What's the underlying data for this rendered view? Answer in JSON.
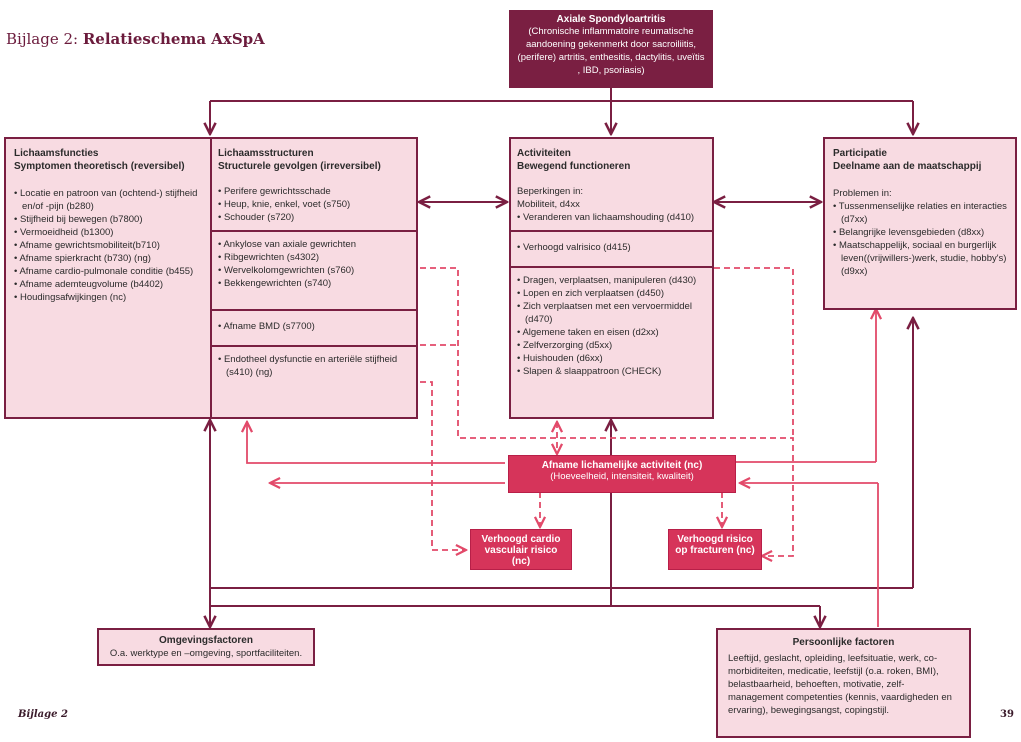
{
  "page": {
    "title_prefix": "Bijlage 2: ",
    "title_bold": "Relatieschema AxSpA",
    "footer_left": "Bijlage 2",
    "page_number": "39"
  },
  "colors": {
    "dark": "#7a1f42",
    "pink_fill": "#f8dbe2",
    "red": "#d6345a",
    "dashed": "#e24a6a"
  },
  "axspa": {
    "title": "Axiale Spondyloartritis",
    "subtitle": "(Chronische inflammatoire reumatische aandoening gekenmerkt door sacroiliitis, (perifere) artritis, enthesitis, dactylitis, uveïtis , IBD, psoriasis)"
  },
  "lichaamsfuncties": {
    "title": "Lichaamsfuncties",
    "subtitle": "Symptomen theoretisch (reversibel)",
    "items": [
      "Locatie en patroon van (ochtend-) stijfheid en/of -pijn (b280)",
      "Stijfheid bij bewegen (b7800)",
      "Vermoeidheid (b1300)",
      "Afname gewrichtsmobiliteit(b710)",
      "Afname spierkracht (b730) (ng)",
      "Afname cardio-pulmonale conditie (b455)",
      "Afname ademteugvolume (b4402)",
      "Houdingsafwijkingen (nc)"
    ]
  },
  "lichaamsstructuren": {
    "title": "Lichaamsstructuren",
    "subtitle": "Structurele gevolgen (irreversibel)",
    "sec1": [
      "Perifere gewrichtsschade",
      "Heup, knie, enkel, voet (s750)",
      "Schouder (s720)"
    ],
    "sec2": [
      "Ankylose van axiale gewrichten",
      "Ribgewrichten (s4302)",
      "Wervelkolomgewrichten (s760)",
      "Bekkengewrichten (s740)"
    ],
    "sec3": [
      "Afname BMD (s7700)"
    ],
    "sec4": [
      "Endotheel dysfunctie en arteriële stijfheid (s410) (ng)"
    ]
  },
  "activiteiten": {
    "title": "Activiteiten",
    "subtitle": "Bewegend functioneren",
    "intro1": "Beperkingen in:",
    "intro2": "Mobiliteit, d4xx",
    "sec1": [
      "Veranderen van lichaamshouding (d410)"
    ],
    "sec2": [
      "Verhoogd valrisico (d415)"
    ],
    "sec3": [
      "Dragen, verplaatsen, manipuleren (d430)",
      "Lopen en zich verplaatsen (d450)",
      "Zich verplaatsen met een vervoermiddel (d470)",
      "Algemene taken en eisen (d2xx)",
      "Zelfverzorging (d5xx)",
      "Huishouden (d6xx)",
      "Slapen & slaappatroon (CHECK)"
    ]
  },
  "participatie": {
    "title": "Participatie",
    "subtitle": "Deelname aan de maatschappij",
    "intro": "Problemen in:",
    "items": [
      "Tussenmenselijke relaties en interacties (d7xx)",
      "Belangrijke levensgebieden (d8xx)",
      "Maatschappelijk, sociaal en burgerlijk leven((vrijwillers-)werk, studie, hobby's) (d9xx)"
    ]
  },
  "afname": {
    "title": "Afname lichamelijke activiteit (nc)",
    "subtitle": "(Hoeveelheid, intensiteit, kwaliteit)"
  },
  "cardio": {
    "label": "Verhoogd cardio vasculair risico (nc)"
  },
  "fracturen": {
    "label": "Verhoogd risico op fracturen (nc)"
  },
  "omgeving": {
    "title": "Omgevingsfactoren",
    "text": "O.a. werktype en –omgeving, sportfaciliteiten."
  },
  "persoonlijk": {
    "title": "Persoonlijke factoren",
    "text": "Leeftijd, geslacht, opleiding, leefsituatie, werk, co-morbiditeiten, medicatie, leefstijl (o.a. roken, BMI), belastbaarheid, behoeften, motivatie, zelf-management competenties (kennis, vaardigheden en ervaring), bewegingsangst, copingstijl."
  }
}
